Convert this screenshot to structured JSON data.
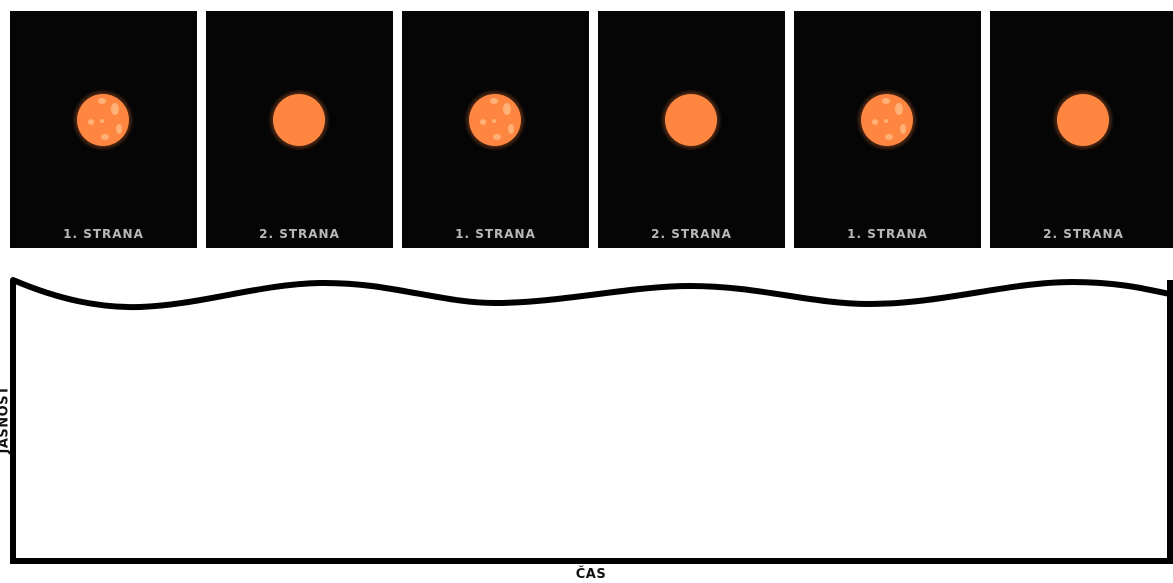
{
  "panels": [
    {
      "label": "1. STRANA",
      "spotted": true
    },
    {
      "label": "2. STRANA",
      "spotted": false
    },
    {
      "label": "1. STRANA",
      "spotted": true
    },
    {
      "label": "2. STRANA",
      "spotted": false
    },
    {
      "label": "1. STRANA",
      "spotted": true
    },
    {
      "label": "2. STRANA",
      "spotted": false
    }
  ],
  "axes": {
    "y_label": "JASNOST",
    "x_label": "ČAS"
  },
  "colors": {
    "panel_bg": "#050505",
    "star": "#ff8640",
    "star_glow": "#ff7a2e",
    "spot": "#ffb178",
    "label": "#b9b9b9",
    "line": "#000000"
  }
}
